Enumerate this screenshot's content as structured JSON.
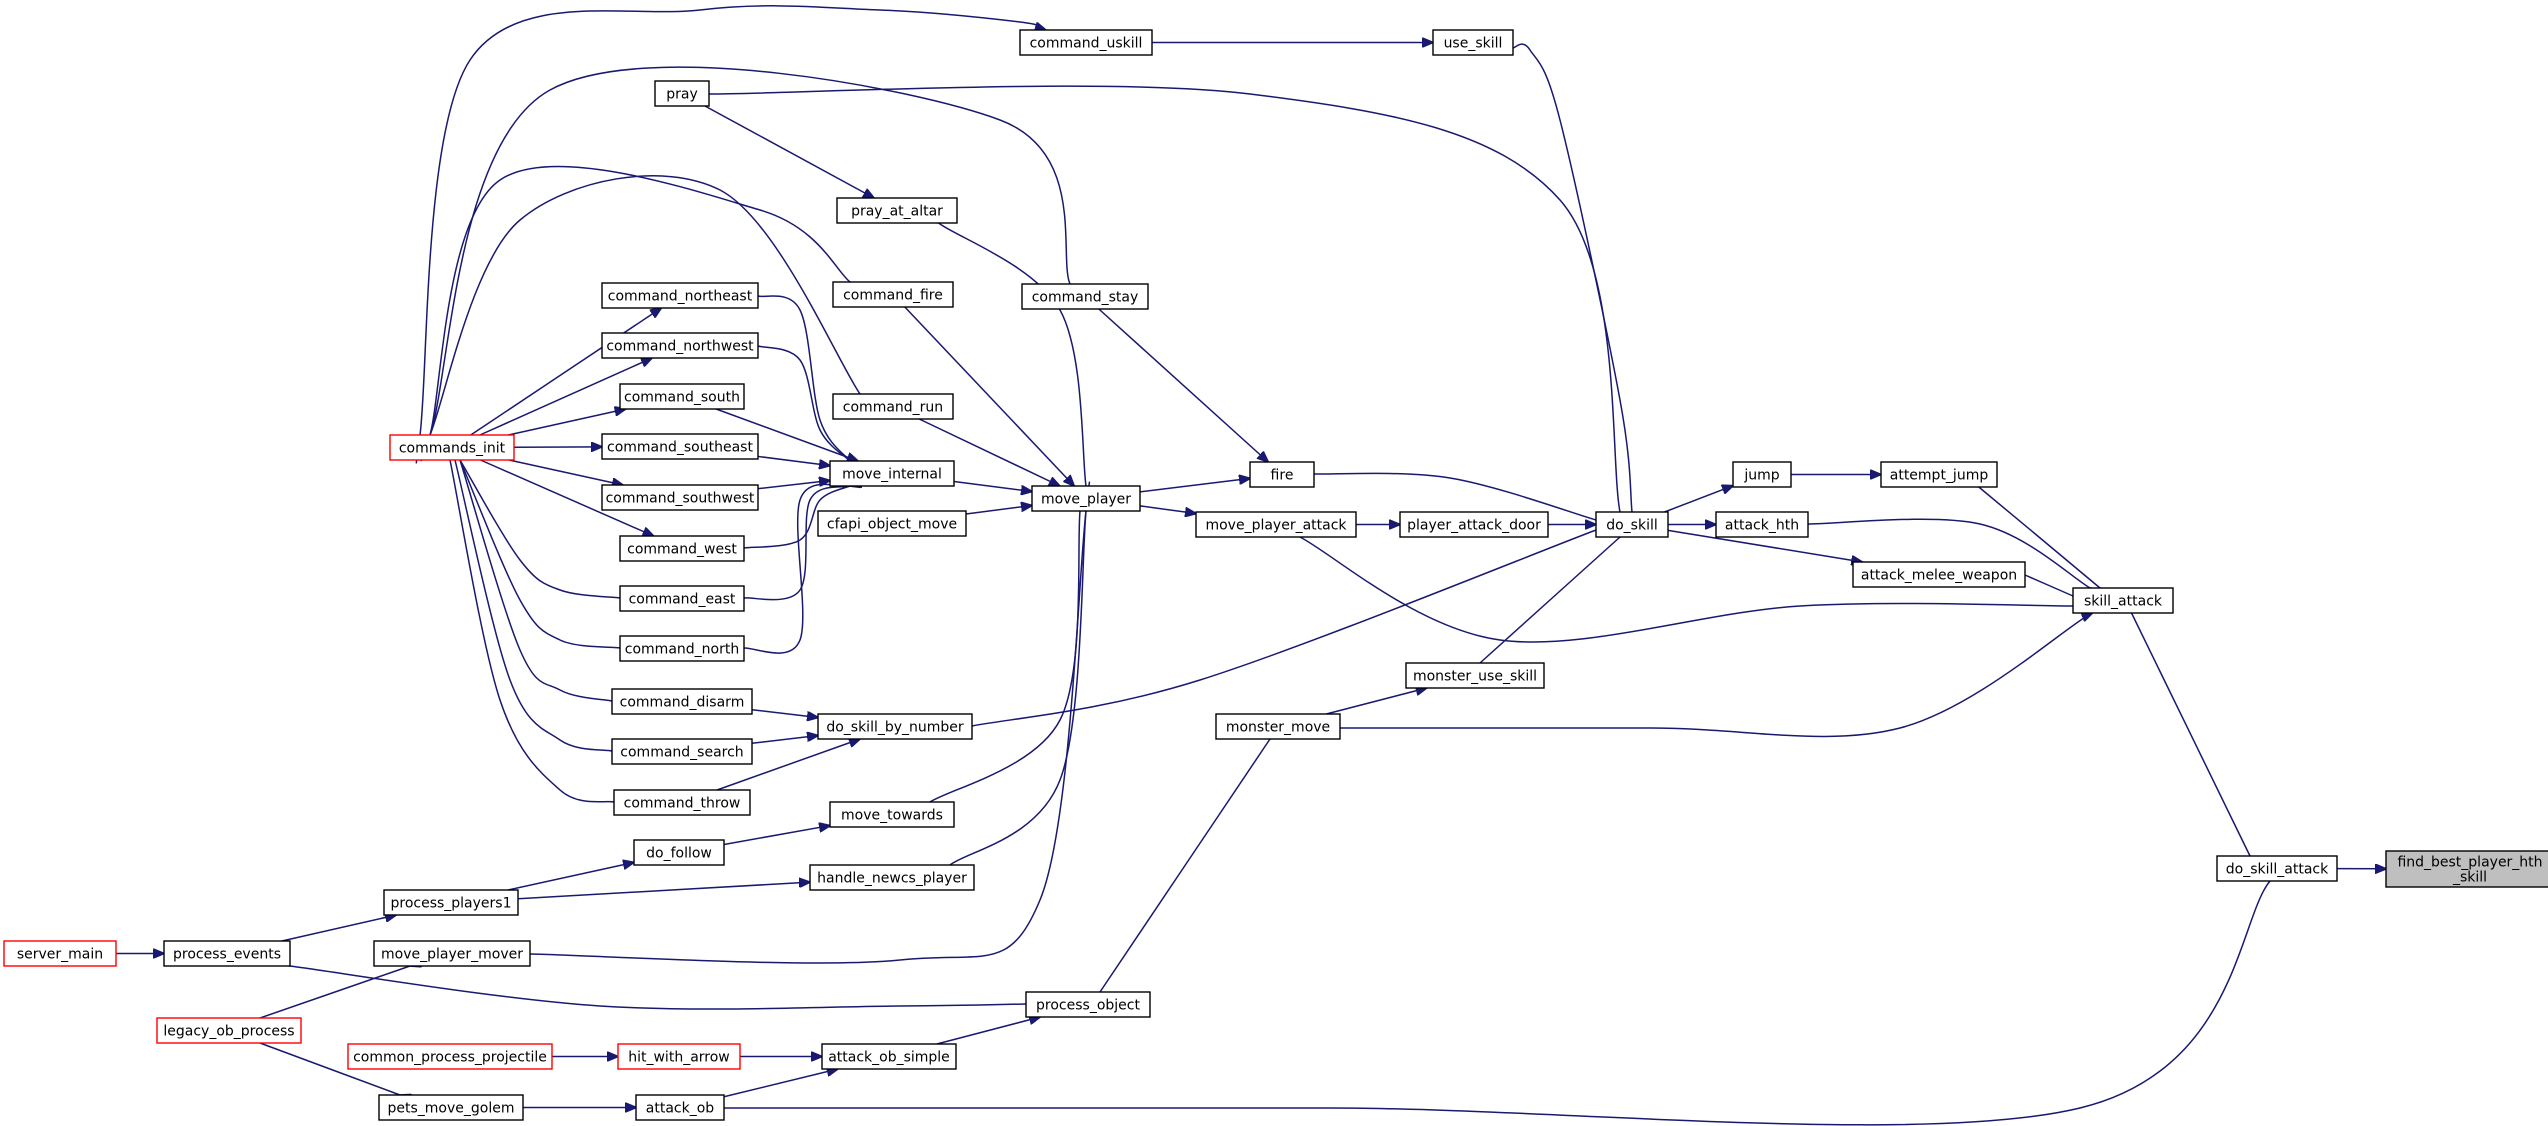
{
  "graph": {
    "edge_color": "#191970",
    "highlight_color": "#bfbfbf",
    "link_warning_color": "#ff0000",
    "nodes": [
      {
        "id": "find_best_player_hth_skill",
        "lines": [
          "find_best_player_hth",
          "_skill"
        ],
        "style": "root"
      },
      {
        "id": "do_skill_attack",
        "lines": [
          "do_skill_attack"
        ]
      },
      {
        "id": "skill_attack",
        "lines": [
          "skill_attack"
        ]
      },
      {
        "id": "attack_ob",
        "lines": [
          "attack_ob"
        ]
      },
      {
        "id": "attempt_jump",
        "lines": [
          "attempt_jump"
        ]
      },
      {
        "id": "attack_hth",
        "lines": [
          "attack_hth"
        ]
      },
      {
        "id": "attack_melee_weapon",
        "lines": [
          "attack_melee_weapon"
        ]
      },
      {
        "id": "move_player_attack",
        "lines": [
          "move_player_attack"
        ]
      },
      {
        "id": "monster_move",
        "lines": [
          "monster_move"
        ]
      },
      {
        "id": "jump",
        "lines": [
          "jump"
        ]
      },
      {
        "id": "do_skill",
        "lines": [
          "do_skill"
        ]
      },
      {
        "id": "use_skill",
        "lines": [
          "use_skill"
        ]
      },
      {
        "id": "command_uskill",
        "lines": [
          "command_uskill"
        ]
      },
      {
        "id": "pray",
        "lines": [
          "pray"
        ]
      },
      {
        "id": "pray_at_altar",
        "lines": [
          "pray_at_altar"
        ]
      },
      {
        "id": "command_stay",
        "lines": [
          "command_stay"
        ]
      },
      {
        "id": "command_fire",
        "lines": [
          "command_fire"
        ]
      },
      {
        "id": "command_run",
        "lines": [
          "command_run"
        ]
      },
      {
        "id": "fire",
        "lines": [
          "fire"
        ]
      },
      {
        "id": "move_player",
        "lines": [
          "move_player"
        ]
      },
      {
        "id": "player_attack_door",
        "lines": [
          "player_attack_door"
        ]
      },
      {
        "id": "monster_use_skill",
        "lines": [
          "monster_use_skill"
        ]
      },
      {
        "id": "do_skill_by_number",
        "lines": [
          "do_skill_by_number"
        ]
      },
      {
        "id": "move_internal",
        "lines": [
          "move_internal"
        ]
      },
      {
        "id": "cfapi_object_move",
        "lines": [
          "cfapi_object_move"
        ]
      },
      {
        "id": "move_towards",
        "lines": [
          "move_towards"
        ]
      },
      {
        "id": "handle_newcs_player",
        "lines": [
          "handle_newcs_player"
        ]
      },
      {
        "id": "move_player_mover",
        "lines": [
          "move_player_mover"
        ]
      },
      {
        "id": "command_northeast",
        "lines": [
          "command_northeast"
        ]
      },
      {
        "id": "command_northwest",
        "lines": [
          "command_northwest"
        ]
      },
      {
        "id": "command_south",
        "lines": [
          "command_south"
        ]
      },
      {
        "id": "command_southeast",
        "lines": [
          "command_southeast"
        ]
      },
      {
        "id": "command_southwest",
        "lines": [
          "command_southwest"
        ]
      },
      {
        "id": "command_west",
        "lines": [
          "command_west"
        ]
      },
      {
        "id": "command_east",
        "lines": [
          "command_east"
        ]
      },
      {
        "id": "command_north",
        "lines": [
          "command_north"
        ]
      },
      {
        "id": "command_disarm",
        "lines": [
          "command_disarm"
        ]
      },
      {
        "id": "command_search",
        "lines": [
          "command_search"
        ]
      },
      {
        "id": "command_throw",
        "lines": [
          "command_throw"
        ]
      },
      {
        "id": "commands_init",
        "lines": [
          "commands_init"
        ],
        "style": "red"
      },
      {
        "id": "do_follow",
        "lines": [
          "do_follow"
        ]
      },
      {
        "id": "process_players1",
        "lines": [
          "process_players1"
        ]
      },
      {
        "id": "process_events",
        "lines": [
          "process_events"
        ]
      },
      {
        "id": "server_main",
        "lines": [
          "server_main"
        ],
        "style": "red"
      },
      {
        "id": "process_object",
        "lines": [
          "process_object"
        ]
      },
      {
        "id": "legacy_ob_process",
        "lines": [
          "legacy_ob_process"
        ],
        "style": "red"
      },
      {
        "id": "attack_ob_simple",
        "lines": [
          "attack_ob_simple"
        ]
      },
      {
        "id": "hit_with_arrow",
        "lines": [
          "hit_with_arrow"
        ],
        "style": "red"
      },
      {
        "id": "common_process_projectile",
        "lines": [
          "common_process_projectile"
        ],
        "style": "red"
      },
      {
        "id": "pets_move_golem",
        "lines": [
          "pets_move_golem"
        ]
      }
    ],
    "edges": [
      [
        "do_skill_attack",
        "find_best_player_hth_skill"
      ],
      [
        "skill_attack",
        "do_skill_attack"
      ],
      [
        "attack_ob",
        "do_skill_attack"
      ],
      [
        "attempt_jump",
        "skill_attack"
      ],
      [
        "attack_hth",
        "skill_attack"
      ],
      [
        "attack_melee_weapon",
        "skill_attack"
      ],
      [
        "move_player_attack",
        "skill_attack"
      ],
      [
        "monster_move",
        "skill_attack"
      ],
      [
        "jump",
        "attempt_jump"
      ],
      [
        "do_skill",
        "jump"
      ],
      [
        "do_skill",
        "attack_hth"
      ],
      [
        "do_skill",
        "attack_melee_weapon"
      ],
      [
        "use_skill",
        "do_skill"
      ],
      [
        "command_uskill",
        "use_skill"
      ],
      [
        "commands_init",
        "command_uskill"
      ],
      [
        "do_skill",
        "pray"
      ],
      [
        "pray",
        "pray_at_altar"
      ],
      [
        "pray_at_altar",
        "move_player"
      ],
      [
        "command_stay",
        "fire"
      ],
      [
        "commands_init",
        "command_stay"
      ],
      [
        "command_fire",
        "move_player"
      ],
      [
        "commands_init",
        "command_fire"
      ],
      [
        "command_run",
        "move_player"
      ],
      [
        "commands_init",
        "command_run"
      ],
      [
        "fire",
        "do_skill"
      ],
      [
        "move_player",
        "fire"
      ],
      [
        "move_player",
        "move_player_attack"
      ],
      [
        "move_player_attack",
        "player_attack_door"
      ],
      [
        "player_attack_door",
        "do_skill"
      ],
      [
        "monster_use_skill",
        "do_skill"
      ],
      [
        "monster_move",
        "monster_use_skill"
      ],
      [
        "do_skill_by_number",
        "do_skill"
      ],
      [
        "move_internal",
        "move_player"
      ],
      [
        "cfapi_object_move",
        "move_player"
      ],
      [
        "move_towards",
        "move_player"
      ],
      [
        "handle_newcs_player",
        "move_player"
      ],
      [
        "move_player_mover",
        "move_player"
      ],
      [
        "command_northeast",
        "move_internal"
      ],
      [
        "command_northwest",
        "move_internal"
      ],
      [
        "command_south",
        "move_internal"
      ],
      [
        "command_southeast",
        "move_internal"
      ],
      [
        "command_southwest",
        "move_internal"
      ],
      [
        "command_west",
        "move_internal"
      ],
      [
        "command_east",
        "move_internal"
      ],
      [
        "command_north",
        "move_internal"
      ],
      [
        "commands_init",
        "command_northeast"
      ],
      [
        "commands_init",
        "command_northwest"
      ],
      [
        "commands_init",
        "command_south"
      ],
      [
        "commands_init",
        "command_southeast"
      ],
      [
        "commands_init",
        "command_southwest"
      ],
      [
        "commands_init",
        "command_west"
      ],
      [
        "commands_init",
        "command_east"
      ],
      [
        "commands_init",
        "command_north"
      ],
      [
        "command_disarm",
        "do_skill_by_number"
      ],
      [
        "command_search",
        "do_skill_by_number"
      ],
      [
        "command_throw",
        "do_skill_by_number"
      ],
      [
        "commands_init",
        "command_disarm"
      ],
      [
        "commands_init",
        "command_search"
      ],
      [
        "commands_init",
        "command_throw"
      ],
      [
        "do_follow",
        "move_towards"
      ],
      [
        "process_players1",
        "do_follow"
      ],
      [
        "process_players1",
        "handle_newcs_player"
      ],
      [
        "process_events",
        "process_players1"
      ],
      [
        "server_main",
        "process_events"
      ],
      [
        "process_events",
        "process_object"
      ],
      [
        "process_object",
        "monster_move"
      ],
      [
        "legacy_ob_process",
        "move_player_mover"
      ],
      [
        "attack_ob_simple",
        "process_object"
      ],
      [
        "hit_with_arrow",
        "attack_ob_simple"
      ],
      [
        "common_process_projectile",
        "hit_with_arrow"
      ],
      [
        "attack_ob",
        "attack_ob_simple"
      ],
      [
        "pets_move_golem",
        "attack_ob"
      ],
      [
        "legacy_ob_process",
        "pets_move_golem"
      ]
    ]
  }
}
